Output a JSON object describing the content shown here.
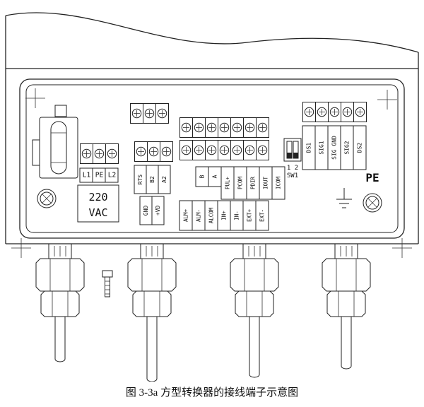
{
  "caption": "图 3-3a 方型转换器的接线端子示意图",
  "power": {
    "terminals": [
      "L1",
      "PE",
      "L2"
    ],
    "voltage": [
      "220",
      "VAC"
    ]
  },
  "comm": {
    "labels": [
      "RTS",
      "B2",
      "A2"
    ],
    "aux": [
      "GND",
      "+VD"
    ]
  },
  "io": {
    "row_upper": [
      "B",
      "A",
      "PUL+",
      "PCOM",
      "PDIR",
      "IOUT",
      "ICOM"
    ],
    "row_lower": [
      "ALM+",
      "ALM-",
      "ALCOM",
      "IN+",
      "IN-",
      "EXT+",
      "EXT-"
    ]
  },
  "signal": {
    "labels": [
      "DS1",
      "SIG1",
      "SIG GND",
      "SIG2",
      "DS2"
    ]
  },
  "dip_switch": {
    "positions": "1 2",
    "label": "SW1"
  },
  "pe": {
    "label": "PE"
  }
}
